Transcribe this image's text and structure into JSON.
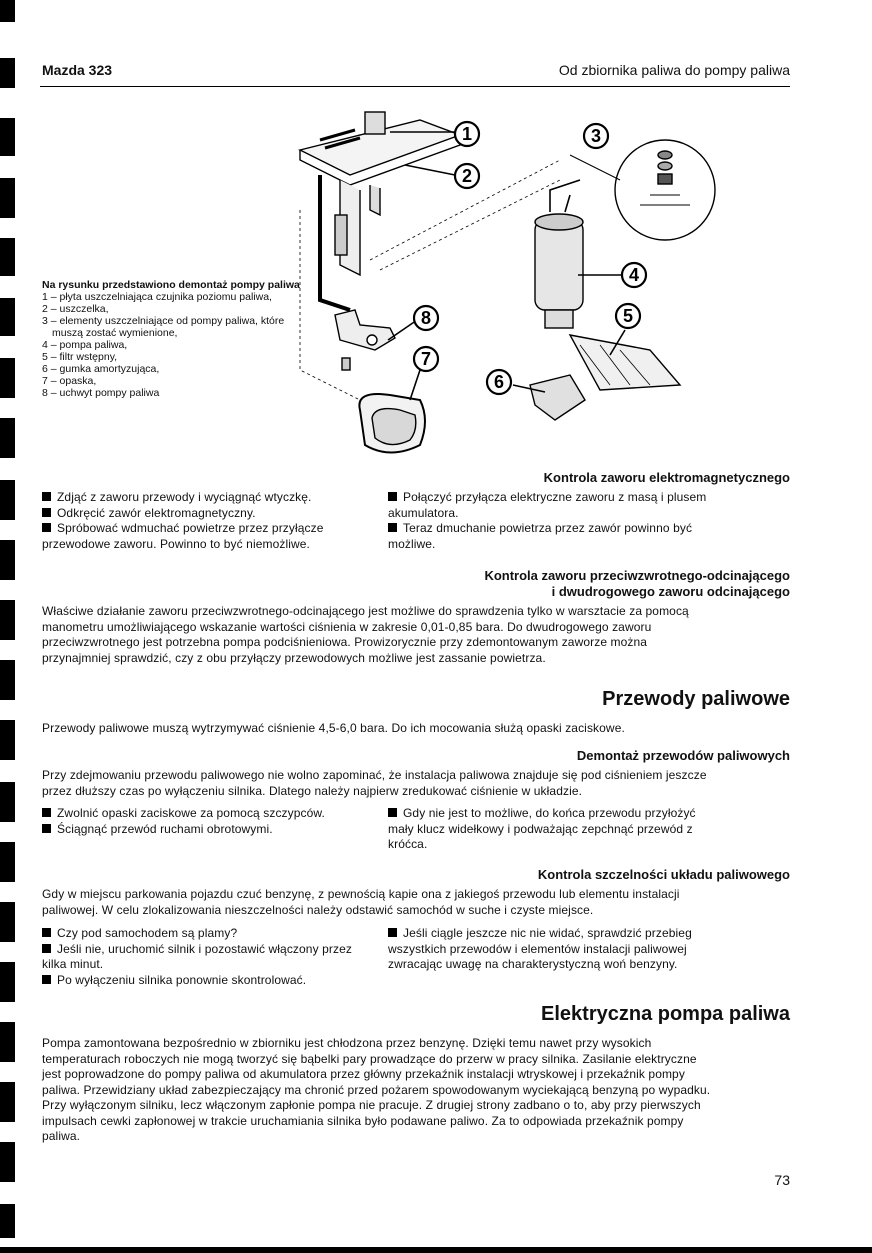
{
  "header": {
    "left": "Mazda 323",
    "right": "Od zbiornika paliwa do pompy paliwa"
  },
  "figure": {
    "callouts": [
      "1",
      "2",
      "3",
      "4",
      "5",
      "6",
      "7",
      "8"
    ],
    "legend": {
      "title": "Na rysunku przedstawiono demontaż pompy paliwa",
      "items": [
        "1 – płyta uszczelniająca czujnika poziomu paliwa,",
        "2 – uszczelka,",
        "3 – elementy uszczelniające od pompy paliwa, które muszą zostać wymienione,",
        "4 – pompa paliwa,",
        "5 – filtr wstępny,",
        "6 – gumka amortyzująca,",
        "7 – opaska,",
        "8 – uchwyt pompy paliwa"
      ]
    }
  },
  "sec_solenoid": {
    "title": "Kontrola zaworu elektromagnetycznego",
    "left": [
      "Zdjąć z zaworu przewody i wyciągnąć wtyczkę.",
      "Odkręcić zawór elektromagnetyczny.",
      "Spróbować wdmuchać powietrze przez przyłącze przewodowe zaworu. Powinno to być niemożliwe."
    ],
    "right": [
      "Połączyć przyłącza elektryczne zaworu z masą i plusem akumulatora.",
      "Teraz dmuchanie powietrza przez zawór powinno być możliwe."
    ]
  },
  "sec_check_valve": {
    "title_line1": "Kontrola zaworu przeciwzwrotnego-odcinającego",
    "title_line2": "i dwudrogowego zaworu odcinającego",
    "text": "Właściwe działanie zaworu przeciwzwrotnego-odcinającego jest możliwe do sprawdzenia tylko w warsztacie za pomocą manometru umożliwiającego wskazanie wartości ciśnienia w zakresie 0,01-0,85 bara. Do dwudrogowego zaworu przeciwzwrotnego jest potrzebna pompa podciśnieniowa. Prowizorycznie przy zdemontowanym zaworze można przynajmniej sprawdzić, czy z obu przyłączy przewodowych możliwe jest zassanie powietrza."
  },
  "sec_lines": {
    "title": "Przewody paliwowe",
    "text": "Przewody paliwowe muszą wytrzymywać ciśnienie 4,5-6,0 bara. Do ich mocowania służą opaski zaciskowe."
  },
  "sec_removal": {
    "title": "Demontaż przewodów paliwowych",
    "text": "Przy zdejmowaniu przewodu paliwowego nie wolno zapominać, że instalacja paliwowa znajduje się pod ciśnieniem jeszcze przez dłuższy czas po wyłączeniu silnika. Dlatego należy najpierw zredukować ciśnienie w układzie.",
    "left": [
      "Zwolnić opaski zaciskowe za pomocą szczypców.",
      "Ściągnąć przewód ruchami obrotowymi."
    ],
    "right": [
      "Gdy nie jest to możliwe, do końca przewodu przyłożyć mały klucz widełkowy i podważając zepchnąć przewód z króćca."
    ]
  },
  "sec_leak": {
    "title": "Kontrola szczelności układu paliwowego",
    "text": "Gdy w miejscu parkowania pojazdu czuć benzynę, z pewnością kapie ona z jakiegoś przewodu lub elementu instalacji paliwowej. W celu zlokalizowania nieszczelności należy odstawić samochód w suche i czyste miejsce.",
    "left": [
      "Czy pod samochodem są plamy?",
      "Jeśli nie, uruchomić silnik i pozostawić włączony przez kilka minut.",
      "Po wyłączeniu silnika ponownie skontrolować."
    ],
    "right": [
      "Jeśli ciągle jeszcze nic nie widać, sprawdzić przebieg wszystkich przewodów i elementów instalacji paliwowej zwracając uwagę na charakterystyczną woń benzyny."
    ]
  },
  "sec_pump": {
    "title": "Elektryczna pompa paliwa",
    "text": "Pompa zamontowana bezpośrednio w zbiorniku jest chłodzona przez benzynę. Dzięki temu nawet przy wysokich temperaturach roboczych nie mogą tworzyć się bąbelki pary prowadzące do przerw w pracy silnika. Zasilanie elektryczne jest poprowadzone do pompy paliwa od akumulatora przez główny przekaźnik instalacji wtryskowej i przekaźnik pompy paliwa. Przewidziany układ zabezpieczający ma chronić przed pożarem spowodowanym wyciekającą benzyną po wypadku. Przy wyłączonym silniku, lecz włączonym zapłonie pompa nie pracuje. Z drugiej strony zadbano o to, aby przy pierwszych impulsach cewki zapłonowej w trakcie uruchamiania silnika było podawane paliwo. Za to odpowiada przekaźnik pompy paliwa."
  },
  "page_number": "73"
}
